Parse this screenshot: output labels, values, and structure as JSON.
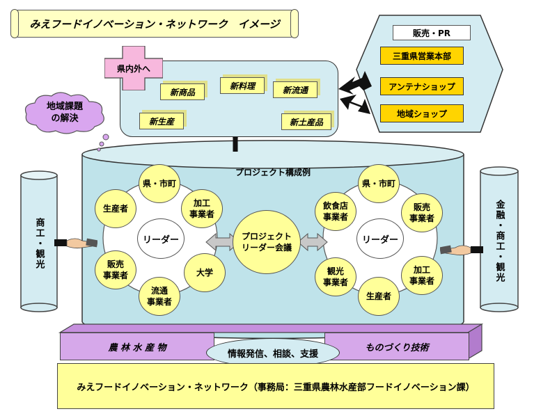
{
  "title": "みえフードイノベーション・ネットワーク　イメージ",
  "top_panel": {
    "badge": "県内外へ",
    "products": [
      "新商品",
      "新料理",
      "新流通",
      "新生産",
      "新土産品"
    ]
  },
  "sales": {
    "label": "販売・PR",
    "items": [
      "三重県営業本部",
      "アンテナショップ",
      "地域ショップ"
    ]
  },
  "cloud": "地域課題\nの解決",
  "cylinder": {
    "title": "プロジェクト構成例",
    "center": "プロジェクト\nリーダー会議",
    "left": {
      "leader": "リーダー",
      "members": [
        "県・市町",
        "加工\n事業者",
        "大学",
        "流通\n事業者",
        "販売\n事業者",
        "生産者"
      ]
    },
    "right": {
      "leader": "リーダー",
      "members": [
        "県・市町",
        "販売\n事業者",
        "加工\n事業者",
        "生産者",
        "観光\n事業者",
        "飲食店\n事業者"
      ]
    }
  },
  "left_pillar": "商工・観光",
  "right_pillar": "金融・商工・観光",
  "support": {
    "left": "農 林 水 産 物",
    "center": "情報発信、相談、支援",
    "right": "ものづくり技術"
  },
  "base": "みえフードイノベーション・ネットワーク（事務局：三重県農林水産部フードイノベーション課）"
}
